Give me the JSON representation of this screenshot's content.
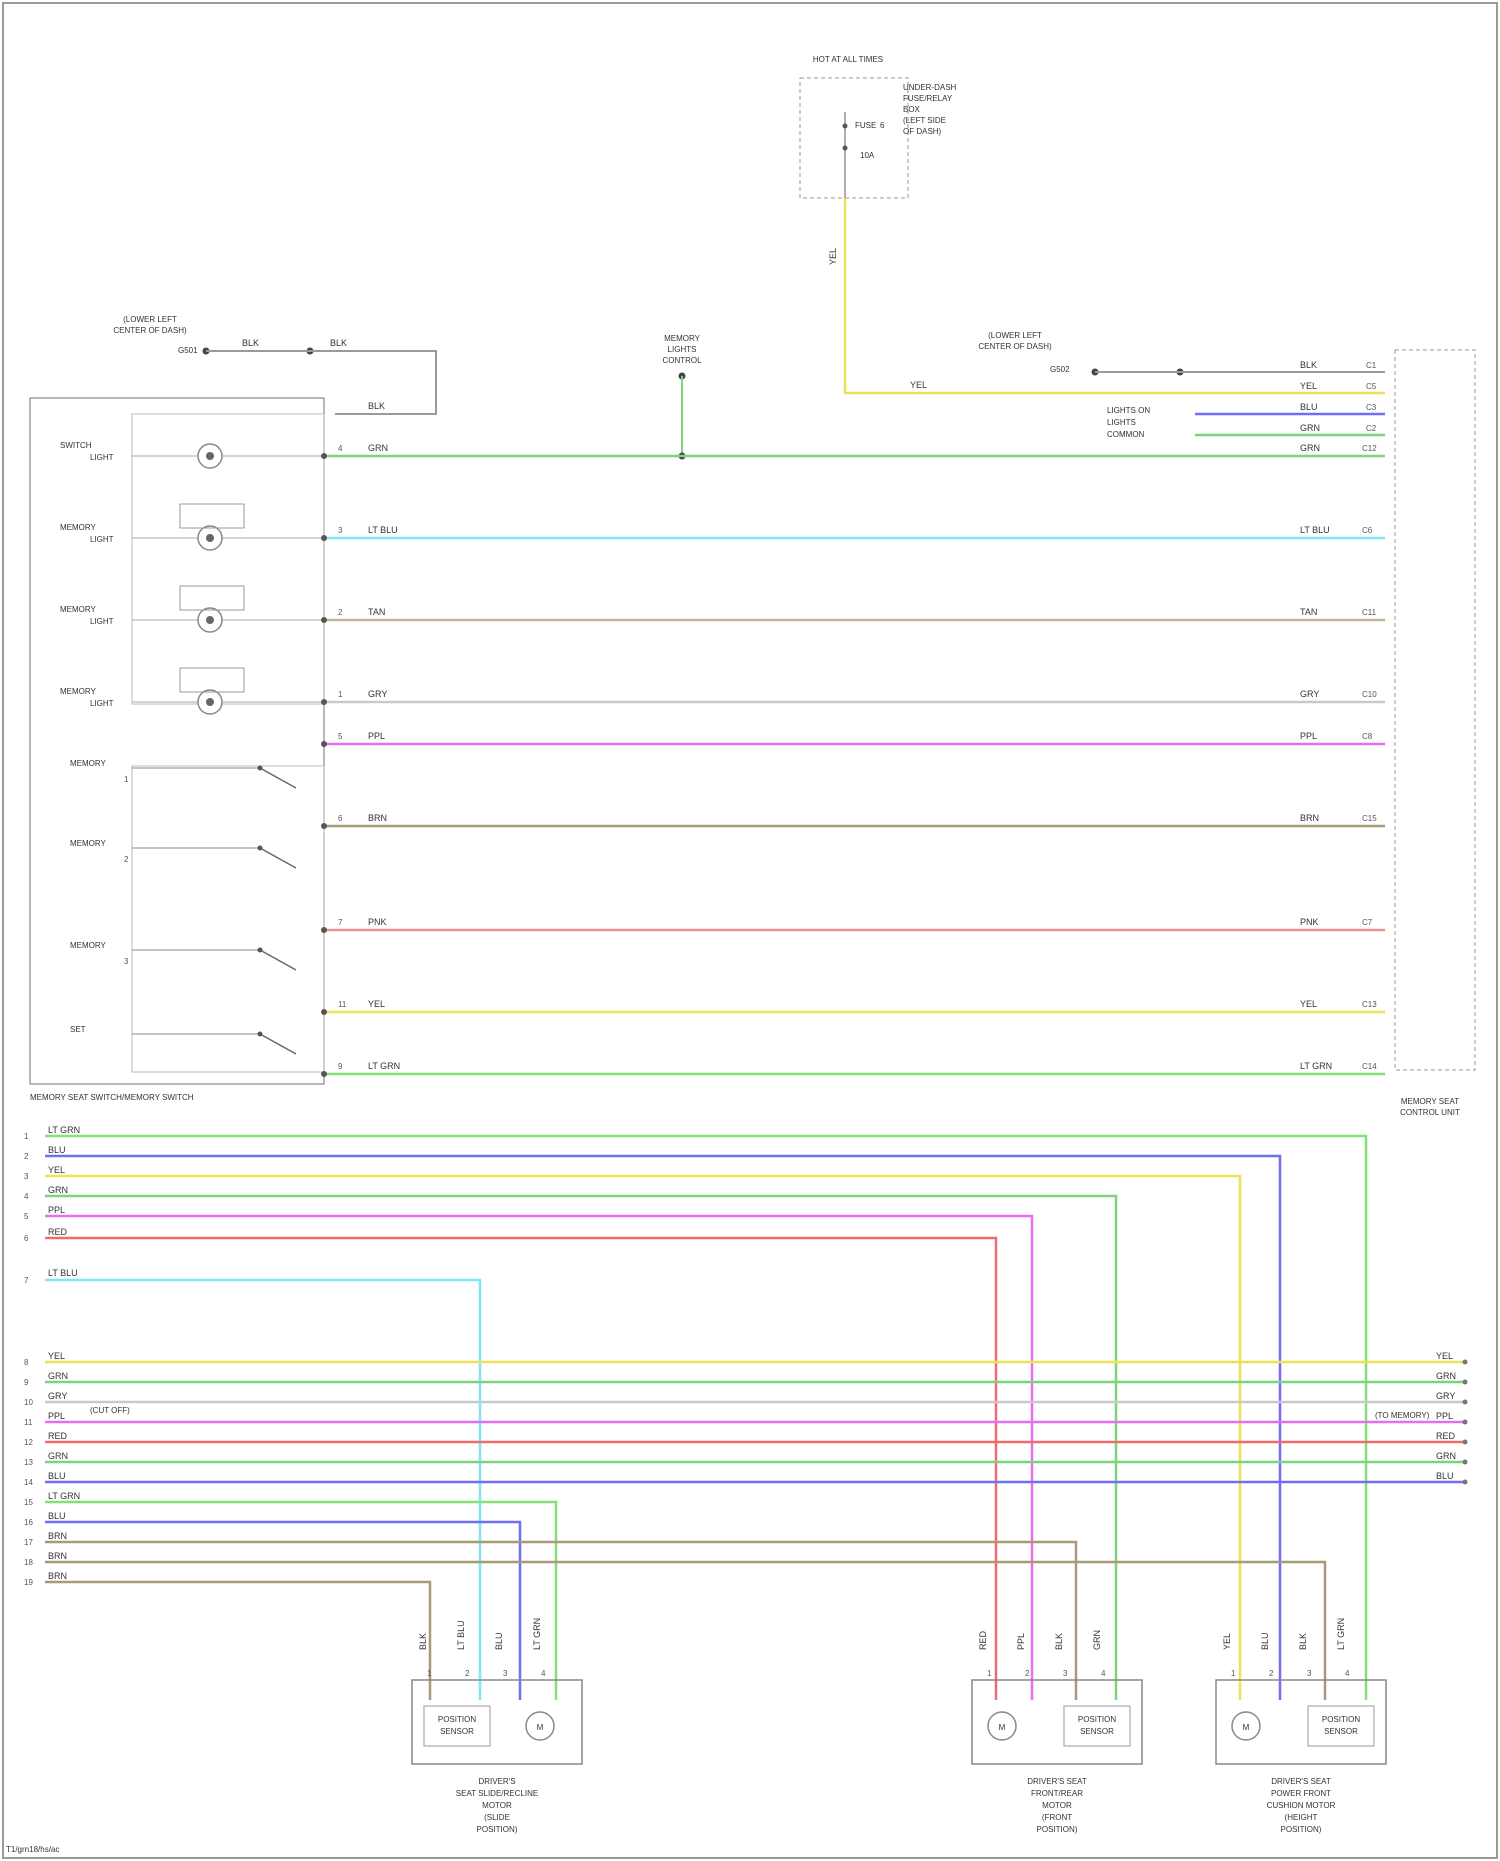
{
  "colors": {
    "GRN": "#7ed47e",
    "LT BLU": "#7fe6f3",
    "TAN": "#c8b49a",
    "GRY": "#c9c9c9",
    "PPL": "#e66ef0",
    "BRN": "#a89a78",
    "PNK": "#f08f8f",
    "YEL": "#ece255",
    "LT GRN": "#86e07a",
    "BLU": "#6f6ff2",
    "RED": "#f06b6b",
    "BLK": "#9a9a9a",
    "SEP": "#888888"
  },
  "diagram": {
    "fuse_box_title": "HOT AT ALL TIMES",
    "fuse_box_desc": [
      "UNDER-DASH",
      "FUSE/RELAY",
      "BOX",
      "(LEFT SIDE",
      "OF DASH)"
    ],
    "fuse_label": "FUSE",
    "fuse_number": "6",
    "fuse_amp": "10A",
    "ground_left_desc": [
      "(LOWER LEFT",
      "CENTER OF DASH)"
    ],
    "ground_left_id": "G501",
    "ground_right_desc": [
      "(LOWER LEFT",
      "CENTER OF DASH)"
    ],
    "ground_right_id": "G502",
    "memory_lamp_desc": [
      "MEMORY",
      "LIGHTS",
      "CONTROL"
    ],
    "memory_switch_label": "MEMORY SEAT SWITCH/MEMORY SWITCH",
    "control_unit_label": [
      "MEMORY SEAT",
      "CONTROL UNIT"
    ],
    "left_indicators": [
      {
        "name": "SWITCH",
        "sub": "LIGHT"
      },
      {
        "name": "MEMORY",
        "sub": "LIGHT"
      },
      {
        "name": "MEMORY",
        "sub": "LIGHT"
      },
      {
        "name": "MEMORY",
        "sub": "LIGHT"
      }
    ],
    "left_switches": [
      {
        "name": "MEMORY",
        "pin": "1"
      },
      {
        "name": "MEMORY",
        "pin": "2"
      },
      {
        "name": "MEMORY",
        "pin": "3"
      },
      {
        "name": "SET",
        "pin": ""
      }
    ],
    "cu_signals": [
      "LIGHTS ON",
      "LIGHTS",
      "COMMON"
    ],
    "main_wires": [
      {
        "color": "GRN",
        "pin_left": "4",
        "pin_right": "C12"
      },
      {
        "color": "LT BLU",
        "pin_left": "3",
        "pin_right": "C6"
      },
      {
        "color": "TAN",
        "pin_left": "2",
        "pin_right": "C11"
      },
      {
        "color": "GRY",
        "pin_left": "1",
        "pin_right": "C10"
      },
      {
        "color": "PPL",
        "pin_left": "5",
        "pin_right": "C8"
      },
      {
        "color": "BRN",
        "pin_left": "6",
        "pin_right": "C15"
      },
      {
        "color": "PNK",
        "pin_left": "7",
        "pin_right": "C7"
      },
      {
        "color": "YEL",
        "pin_left": "11",
        "pin_right": "C13"
      },
      {
        "color": "LT GRN",
        "pin_left": "9",
        "pin_right": "C14"
      }
    ],
    "top_wires": [
      {
        "color": "BLK",
        "pin": "C1"
      },
      {
        "color": "YEL",
        "pin": "C5"
      },
      {
        "color": "BLU",
        "pin": "C3"
      },
      {
        "color": "GRN",
        "pin": "C2"
      }
    ],
    "bus_upper": [
      {
        "pin": "1",
        "color": "LT GRN"
      },
      {
        "pin": "2",
        "color": "BLU"
      },
      {
        "pin": "3",
        "color": "YEL"
      },
      {
        "pin": "4",
        "color": "GRN"
      },
      {
        "pin": "5",
        "color": "PPL"
      },
      {
        "pin": "6",
        "color": "RED"
      }
    ],
    "bus_mid": {
      "pin": "7",
      "color": "LT BLU"
    },
    "bus_lower": [
      {
        "pin": "8",
        "color": "YEL"
      },
      {
        "pin": "9",
        "color": "GRN"
      },
      {
        "pin": "10",
        "color": "GRY"
      },
      {
        "pin": "11",
        "color": "PPL"
      },
      {
        "pin": "12",
        "color": "RED"
      },
      {
        "pin": "13",
        "color": "GRN"
      },
      {
        "pin": "14",
        "color": "BLU"
      },
      {
        "pin": "15",
        "color": "LT GRN"
      },
      {
        "pin": "16",
        "color": "BLU"
      },
      {
        "pin": "17",
        "color": "BRN"
      },
      {
        "pin": "18",
        "color": "BRN"
      },
      {
        "pin": "19",
        "color": "BRN"
      }
    ],
    "section_note": "(CUT OFF)",
    "section_note_right": "(TO MEMORY)",
    "motors": [
      {
        "lines": [
          "DRIVER'S",
          "SEAT SLIDE/RECLINE",
          "MOTOR",
          "(SLIDE",
          "POSITION)"
        ],
        "sensor": [
          "POSITION",
          "SENSOR"
        ],
        "wires": [
          "BLK",
          "LT BLU",
          "BLU",
          "LT GRN"
        ]
      },
      {
        "lines": [
          "DRIVER'S SEAT",
          "FRONT/REAR",
          "MOTOR",
          "(FRONT",
          "POSITION)"
        ],
        "sensor": [
          "POSITION",
          "SENSOR"
        ],
        "wires": [
          "RED",
          "PPL",
          "BLK",
          "GRN"
        ]
      },
      {
        "lines": [
          "DRIVER'S SEAT",
          "POWER FRONT",
          "CUSHION MOTOR",
          "(HEIGHT",
          "POSITION)"
        ],
        "sensor": [
          "POSITION",
          "SENSOR"
        ],
        "wires": [
          "YEL",
          "BLU",
          "BLK",
          "LT GRN"
        ]
      }
    ],
    "footer_code": "T1/grn18/hs/ac"
  }
}
